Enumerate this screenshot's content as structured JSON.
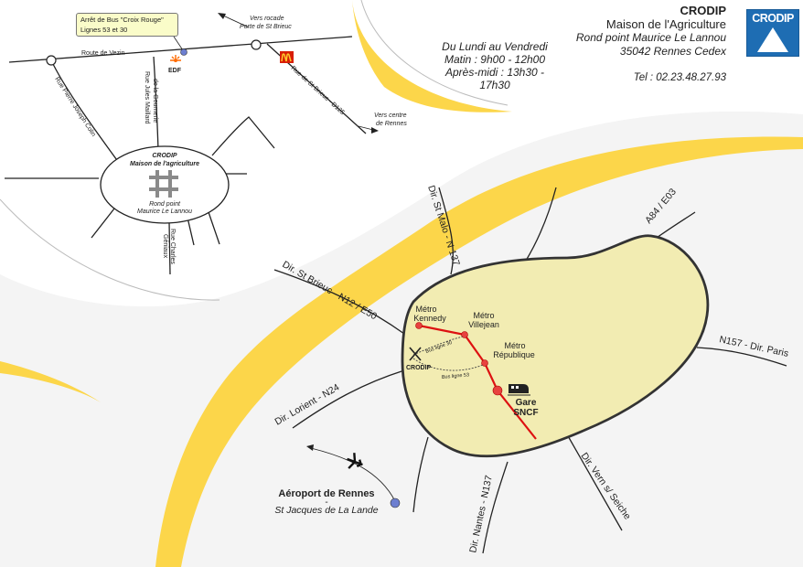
{
  "organization": {
    "name": "CRODIP",
    "building": "Maison de l'Agriculture",
    "street": "Rond point Maurice Le Lannou",
    "city": "35042 Rennes Cedex",
    "phone": "Tel : 02.23.48.27.93",
    "logo_text": "CRODIP"
  },
  "hours": {
    "days": "Du Lundi au Vendredi",
    "morning": "Matin : 9h00 - 12h00",
    "afternoon": "Après-midi : 13h30 - 17h30"
  },
  "inset_map": {
    "bus_stop_line1": "Arrêt de Bus \"Croix Rouge\"",
    "bus_stop_line2": "Lignes 53 et 30",
    "route_vezin": "Route de Vezin",
    "rue_pierre": "Rue Pierre Joseph Colin",
    "rue_jules": "Rue Jules Maillard",
    "rue_jules2": "de la Gournerie",
    "rue_charles": "Rue Charles",
    "rue_charles2": "Géniaux",
    "rue_st_brieuc": "Rue de St Brieuc - D125",
    "vers_rocade1": "Vers rocade",
    "vers_rocade2": "Porte de St Brieuc",
    "vers_centre1": "Vers centre",
    "vers_centre2": "de Rennes",
    "site_name": "CRODIP",
    "site_building": "Maison de l'agriculture",
    "rond_point1": "Rond point",
    "rond_point2": "Maurice Le Lannou",
    "edf": "EDF"
  },
  "city_map": {
    "dir_st_malo": "Dir. St Malo - N 137",
    "a84": "A84 / E03",
    "dir_st_brieuc": "Dir. St Brieuc - N12 / E50",
    "n157": "N157 - Dir. Paris",
    "dir_lorient": "Dir. Lorient - N24",
    "dir_vern": "Dir. Vern s/ Seiche",
    "dir_nantes": "Dir. Nantes - N137",
    "metro_kennedy1": "Métro",
    "metro_kennedy2": "Kennedy",
    "metro_villejean1": "Métro",
    "metro_villejean2": "Villejean",
    "metro_republique1": "Métro",
    "metro_republique2": "République",
    "gare1": "Gare",
    "gare2": "SNCF",
    "crodip": "CRODIP",
    "bus30": "Bus ligne 30",
    "bus53": "Bus ligne 53",
    "airport1": "Aéroport de Rennes",
    "airport2": "-",
    "airport3": "St Jacques de La Lande"
  },
  "colors": {
    "ring_fill": "#f2ecb2",
    "ring_stroke": "#333333",
    "swoosh": "#fcd64a",
    "metro_line": "#dd1111",
    "logo_blue": "#1e6db3"
  }
}
